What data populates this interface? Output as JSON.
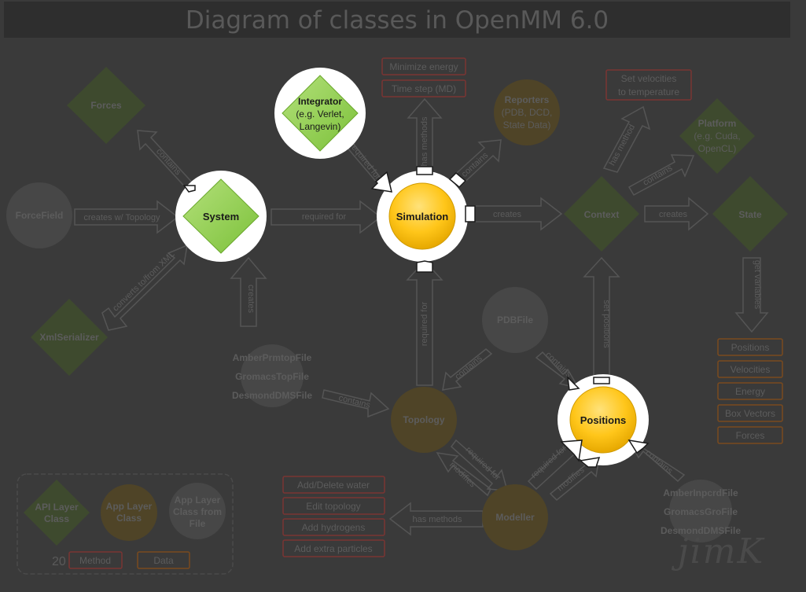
{
  "title": "Diagram of classes in OpenMM 6.0",
  "page_number": "20",
  "logo_text": "jimK",
  "nodes": {
    "forces": "Forces",
    "forcefield": "ForceField",
    "system": "System",
    "xmlserializer": "XmlSerializer",
    "integrator": [
      "Integrator",
      "(e.g. Verlet,",
      "Langevin)"
    ],
    "simulation": "Simulation",
    "reporters": [
      "Reporters",
      "(PDB, DCD,",
      "State Data)"
    ],
    "context": "Context",
    "platform": [
      "Platform",
      "(e.g. Cuda,",
      "OpenCL)"
    ],
    "state": "State",
    "pdbfile": "PDBFile",
    "topology": "Topology",
    "positions": "Positions",
    "modeller": "Modeller",
    "topfiles": [
      "AmberPrmtopFile",
      "GromacsTopFile",
      "DesmondDMSFile"
    ],
    "coordfiles": [
      "AmberInpcrdFile",
      "GromacsGroFile",
      "DesmondDMSFile"
    ]
  },
  "edges": {
    "contains_forces": "contains",
    "creates_w_topology": "creates w/ Topology",
    "converts_xml": "converts to/from XML",
    "creates_system": "creates",
    "required_for_integrator": "required for",
    "required_for_system": "required for",
    "has_methods_sim": "has methods",
    "contains_reporters": "contains",
    "creates_context": "creates",
    "has_method_context": "has method",
    "contains_platform": "contains",
    "creates_state": "creates",
    "get_variables": "get variables",
    "required_for_topology": "required for",
    "set_positions": "set positions",
    "contains_pdb_top": "contains",
    "contains_pdb_pos": "contains",
    "contains_topfiles": "contains",
    "required_for_modeller": "required for",
    "modifies_topology": "modifies",
    "required_for_positions": "required for",
    "modifies_positions": "modifies",
    "contains_coordfiles": "contains",
    "has_methods_modeller": "has methods"
  },
  "methods": {
    "simulation": [
      "Minimize energy",
      "Time step (MD)"
    ],
    "context": [
      "Set velocities",
      "to temperature"
    ],
    "modeller": [
      "Add/Delete water",
      "Edit topology",
      "Add hydrogens",
      "Add extra particles"
    ]
  },
  "state_data": [
    "Positions",
    "Velocities",
    "Energy",
    "Box Vectors",
    "Forces"
  ],
  "legend": {
    "api": [
      "API Layer",
      "Class"
    ],
    "app": [
      "App Layer",
      "Class"
    ],
    "appfile": [
      "App Layer",
      "Class from",
      "File"
    ],
    "method": "Method",
    "data": "Data"
  },
  "colors": {
    "background": "#3a3a3a",
    "highlight_circle": "#ffffff",
    "api_green": "#92d050",
    "app_yellow": "#ffc000",
    "method_red": "#c0504d",
    "data_orange": "#e46c0a",
    "dim_green": "#3e4a2e",
    "dim_yellow": "#4f4427",
    "dim_grey": "#474747"
  }
}
